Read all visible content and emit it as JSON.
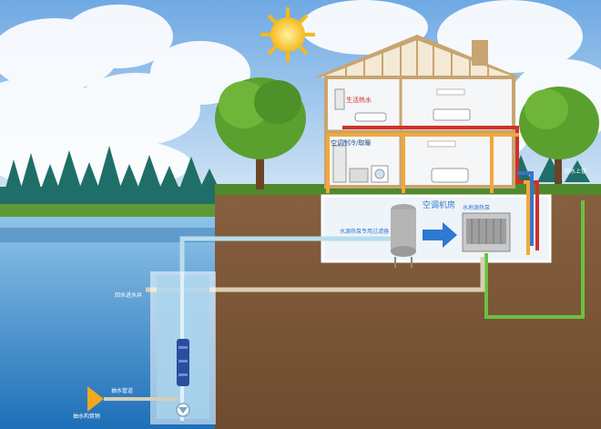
{
  "labels": {
    "hot_water": "生活热水",
    "ac_room_unit": "空调制冷/取暖",
    "machine_room": "空调机房",
    "filter": "水源热泵专用过滤器",
    "heat_pump": "水地源热泵",
    "inlet_pipe": "回水进水井",
    "well_pipe": "抽水管道",
    "pump_device": "抽水构筑物",
    "return_water": "回水上管"
  },
  "colors": {
    "sky_top": "#7fb3e6",
    "sky_bottom": "#dbe9f6",
    "water": "#2a7fc4",
    "soil": "#7a5436",
    "grass": "#4f8a2c",
    "hot_pipe": "#d0312d",
    "warm_pipe": "#f0a83a",
    "cold_pipe": "#3a74c9",
    "loop_pipe": "#6bc13f",
    "well_pipe": "#b9dcee",
    "return_pipe": "#d7cfb5"
  },
  "icons": [
    "sun-icon",
    "tree-icon",
    "house-icon",
    "filter-tank-icon",
    "heat-pump-unit-icon",
    "flow-arrow-icon",
    "submersible-pump-icon",
    "intake-cone-icon"
  ]
}
